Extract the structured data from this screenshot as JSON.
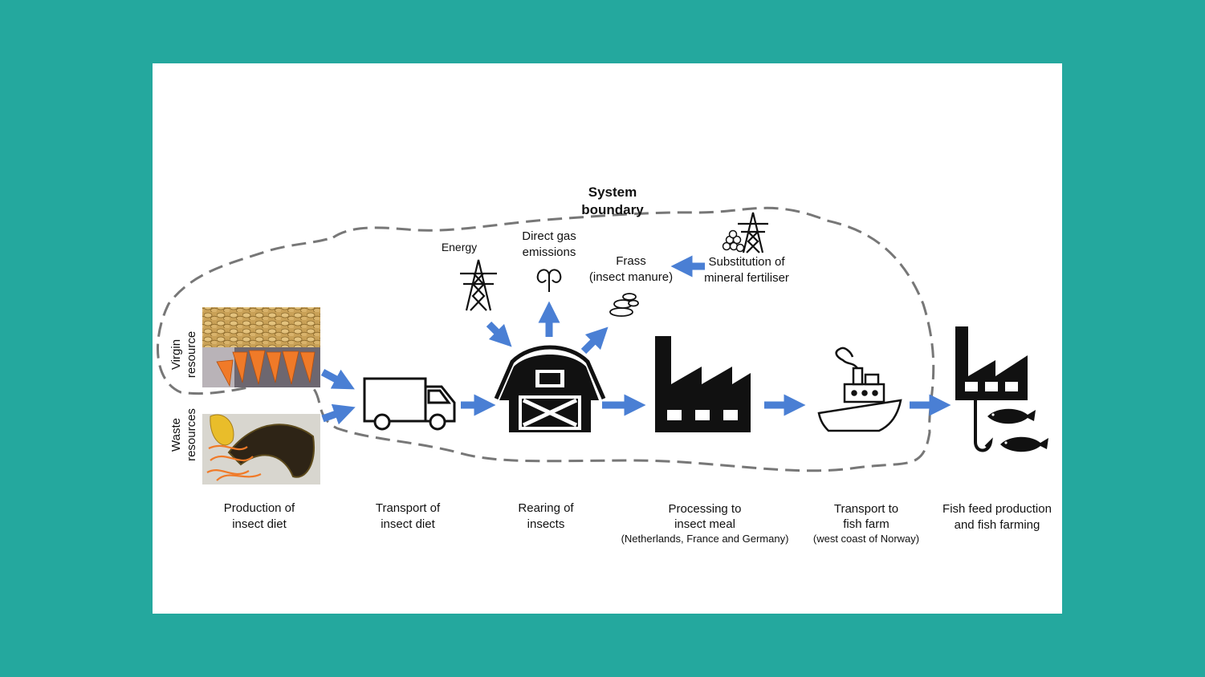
{
  "boundary": {
    "title_line1": "System",
    "title_line2": "boundary"
  },
  "inputs": {
    "energy": "Energy",
    "gas_line1": "Direct gas",
    "gas_line2": "emissions",
    "frass_line1": "Frass",
    "frass_line2": "(insect manure)",
    "subst_line1": "Substitution of",
    "subst_line2": "mineral fertiliser"
  },
  "side_labels": {
    "virgin_line1": "Virgin",
    "virgin_line2": "resource",
    "waste_line1": "Waste",
    "waste_line2": "resources"
  },
  "stages": [
    {
      "line1": "Production of",
      "line2": "insect diet",
      "note": ""
    },
    {
      "line1": "Transport of",
      "line2": "insect diet",
      "note": ""
    },
    {
      "line1": "Rearing of",
      "line2": "insects",
      "note": ""
    },
    {
      "line1": "Processing to",
      "line2": "insect meal",
      "note": "(Netherlands, France and Germany)"
    },
    {
      "line1": "Transport to",
      "line2": "fish farm",
      "note": "(west coast of Norway)"
    },
    {
      "line1": "Fish feed production",
      "line2": "and fish farming",
      "note": ""
    }
  ],
  "colors": {
    "arrow": "#4a7fd4",
    "icon": "#111111",
    "boundary": "#777777",
    "background": "#24a89e"
  },
  "icons": [
    "power-pylon-icon",
    "gas-emission-icon",
    "frass-stones-icon",
    "truck-icon",
    "barn-icon",
    "factory-icon",
    "ship-icon",
    "fish-hook-icon"
  ]
}
